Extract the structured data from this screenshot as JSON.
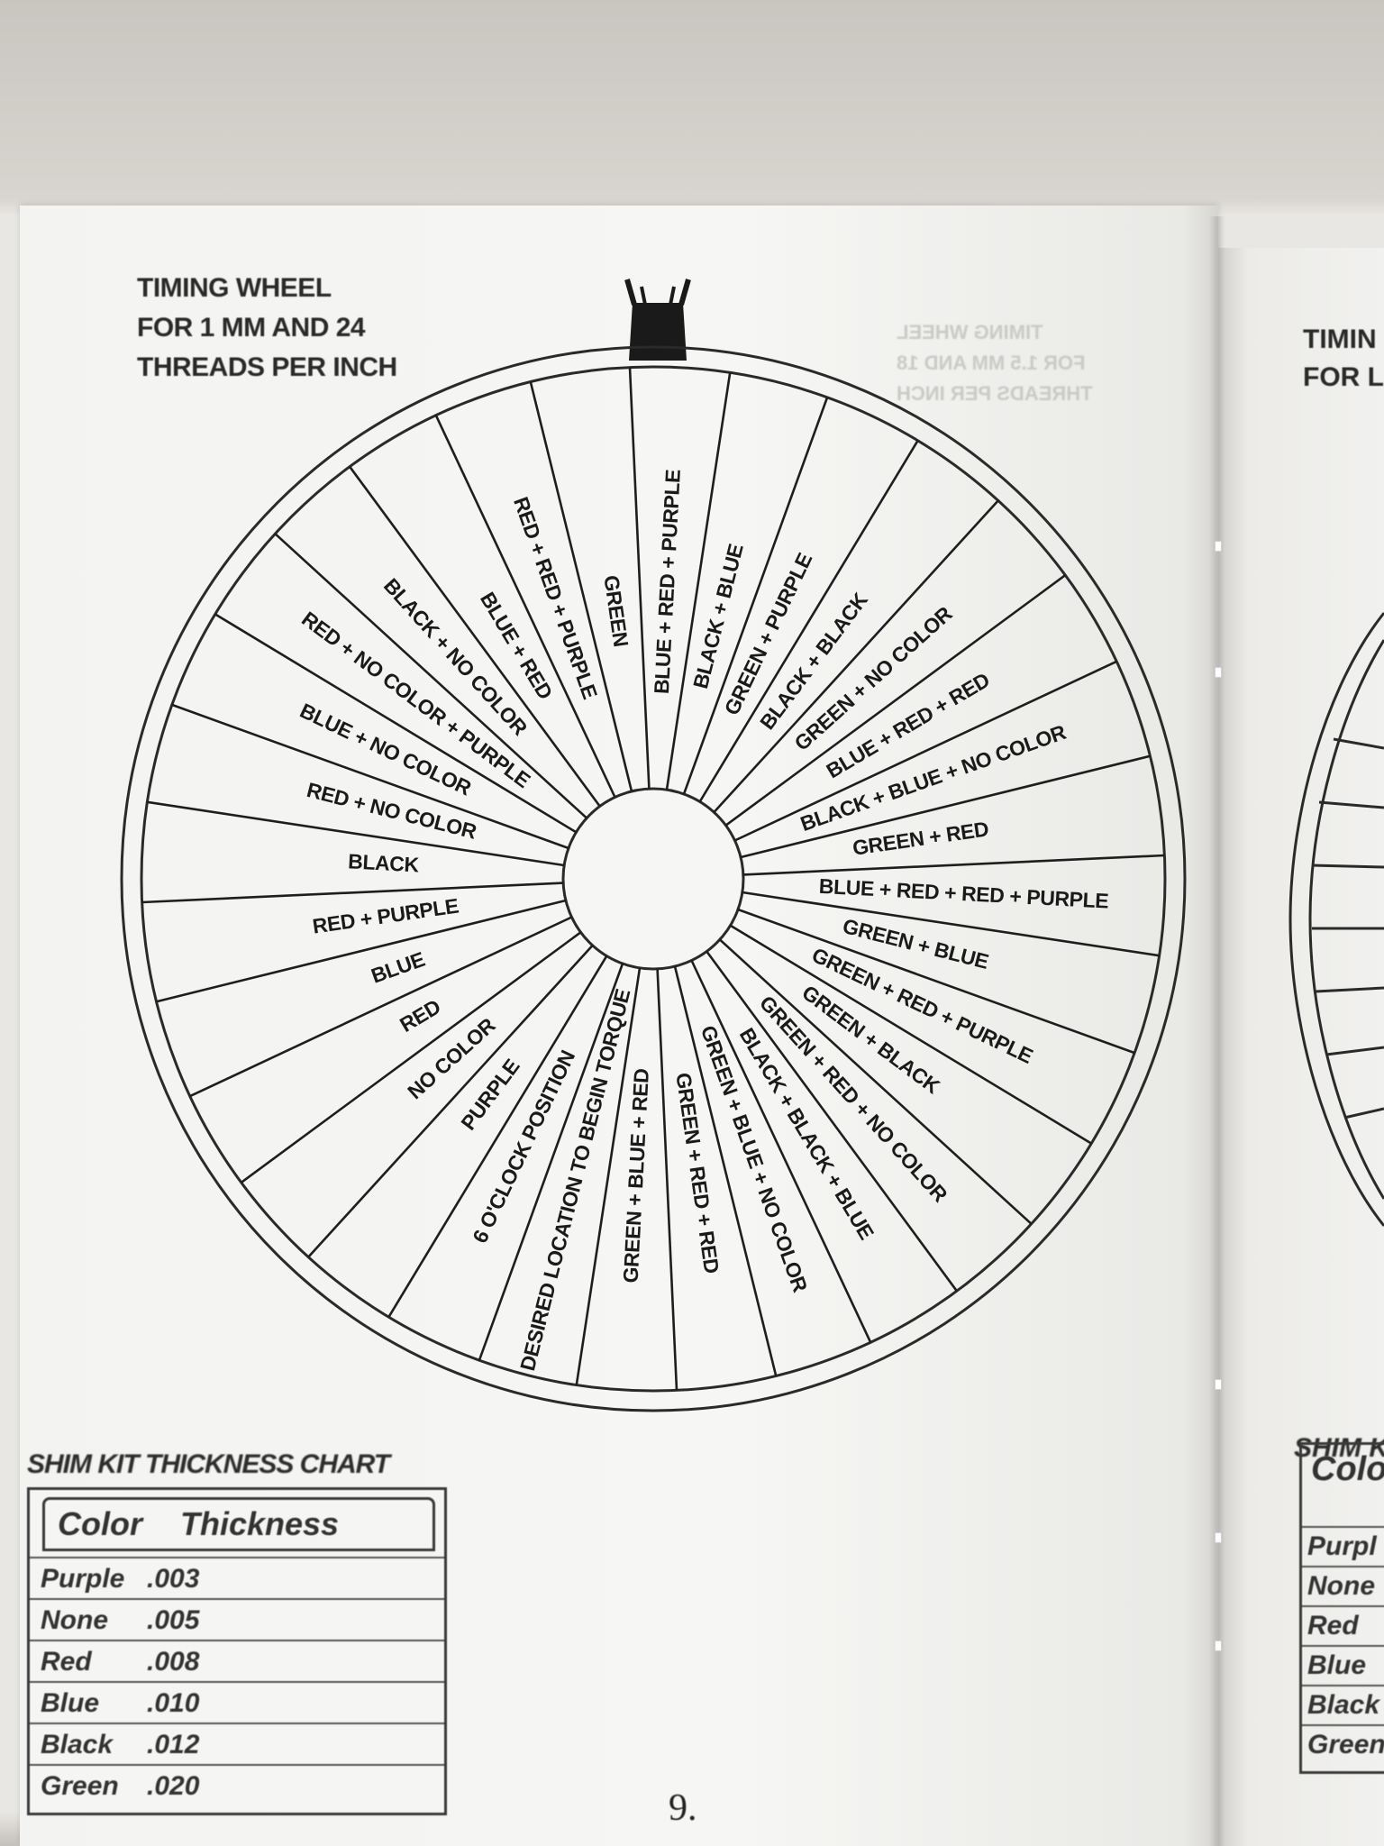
{
  "left_page": {
    "title_lines": [
      "TIMING WHEEL",
      "FOR 1 MM AND 24",
      "THREADS PER INCH"
    ],
    "ghost_title_lines": [
      "TIMING WHEEL",
      "FOR 1.5 MM AND 18",
      "THREADS PER INCH"
    ],
    "wheel": {
      "labels": [
        "BLUE + RED + PURPLE",
        "BLACK + BLUE",
        "GREEN + PURPLE",
        "BLACK + BLACK",
        "GREEN + NO COLOR",
        "BLUE + RED + RED",
        "BLACK + BLUE + NO COLOR",
        "GREEN + RED",
        "BLUE + RED + RED + PURPLE",
        "GREEN + BLUE",
        "GREEN + RED + PURPLE",
        "GREEN + BLACK",
        "GREEN + RED + NO COLOR",
        "BLACK + BLACK + BLUE",
        "GREEN + BLUE + NO COLOR",
        "GREEN + RED + RED",
        "GREEN + BLUE + RED",
        "DESIRED LOCATION TO BEGIN TORQUE",
        "6 O'CLOCK POSITION",
        "PURPLE",
        "NO COLOR",
        "RED",
        "BLUE",
        "RED + PURPLE",
        "BLACK",
        "RED + NO COLOR",
        "BLUE + NO COLOR",
        "RED + NO COLOR + PURPLE",
        "BLACK + NO COLOR",
        "BLUE + RED",
        "RED + RED + PURPLE",
        "GREEN"
      ]
    },
    "shim_chart": {
      "title": "SHIM KIT THICKNESS CHART",
      "headers": [
        "Color",
        "Thickness"
      ],
      "rows": [
        {
          "color": "Purple",
          "thickness": ".003"
        },
        {
          "color": "None",
          "thickness": ".005"
        },
        {
          "color": "Red",
          "thickness": ".008"
        },
        {
          "color": "Blue",
          "thickness": ".010"
        },
        {
          "color": "Black",
          "thickness": ".012"
        },
        {
          "color": "Green",
          "thickness": ".020"
        }
      ]
    },
    "page_number": "9."
  },
  "right_page": {
    "title_lines": [
      "TIMIN",
      "FOR L"
    ],
    "shim_title": "SHIM K",
    "shim_header": "Colo",
    "shim_rows": [
      "Purpl",
      "None",
      "Red",
      "Blue",
      "Black",
      "Green"
    ]
  }
}
